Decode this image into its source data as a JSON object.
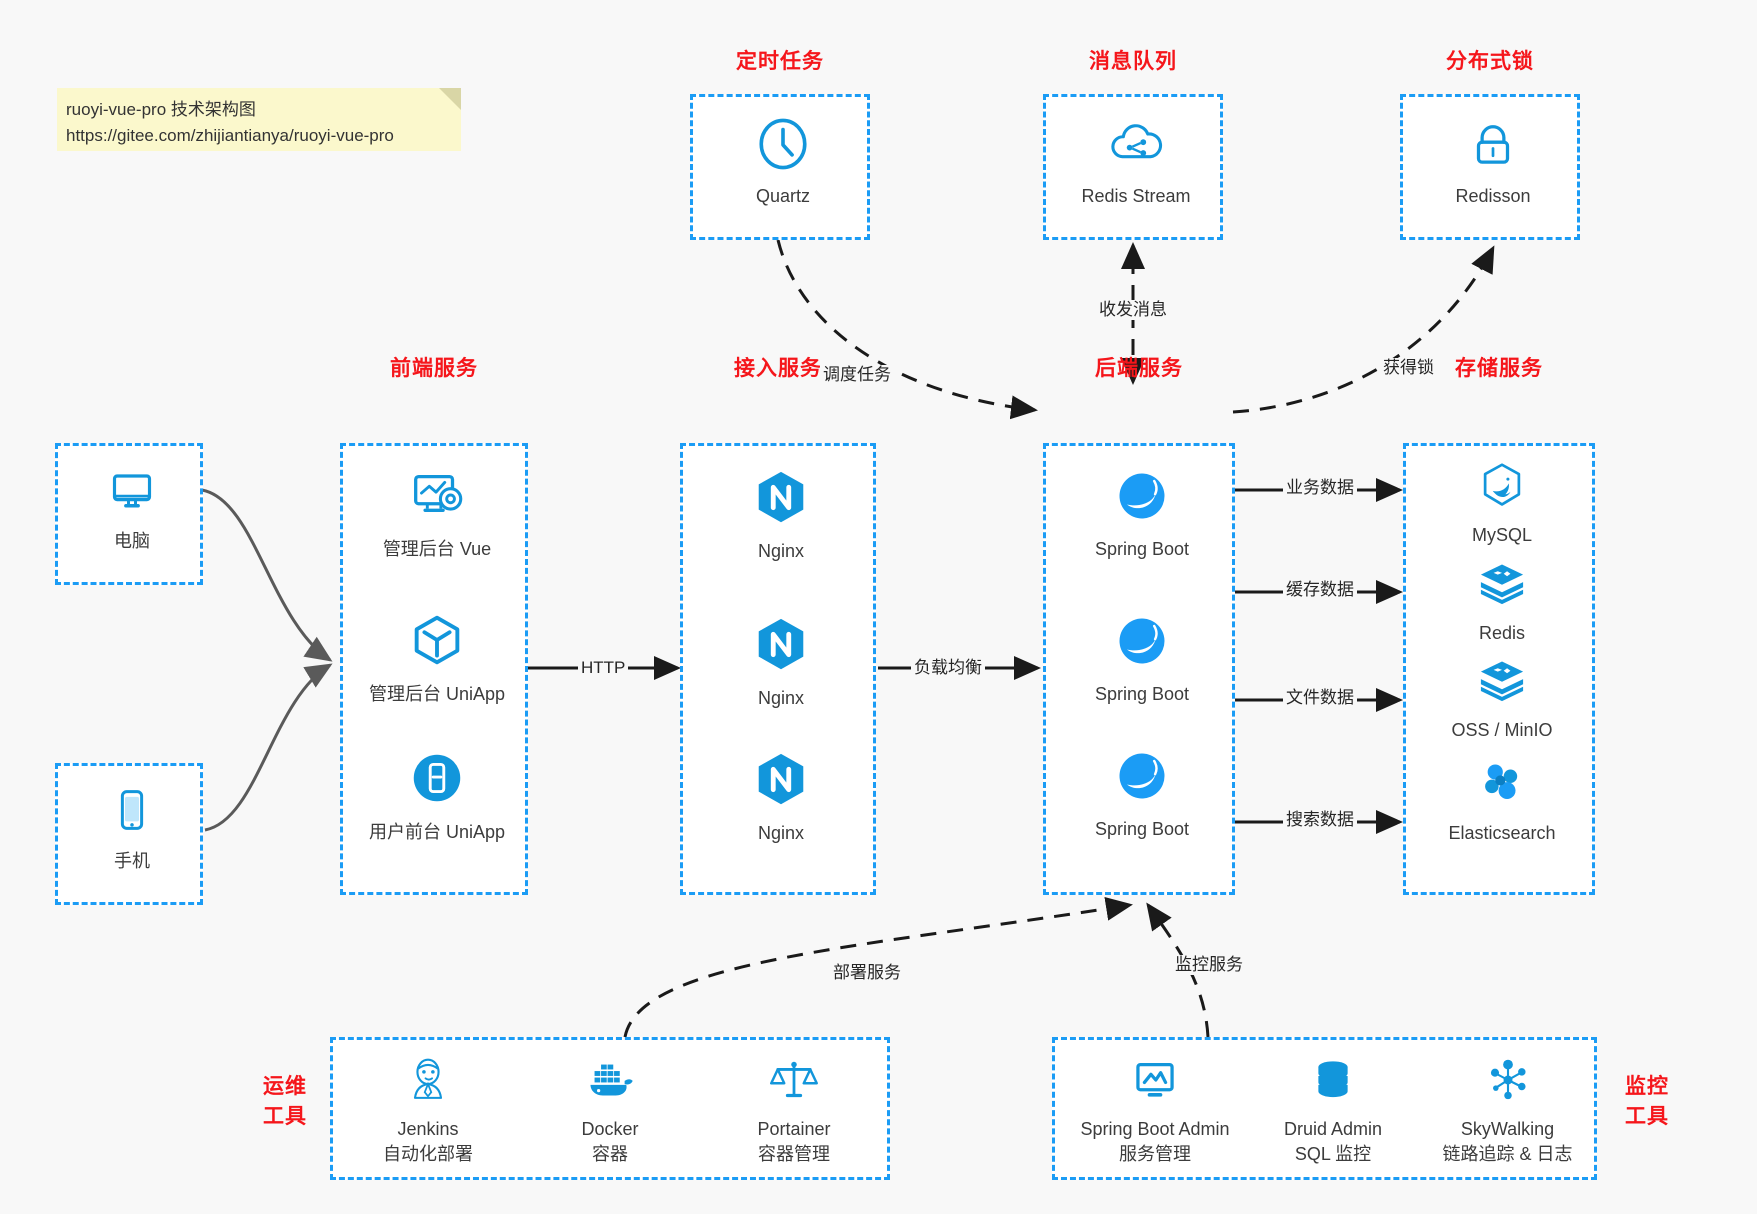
{
  "note": {
    "line1": "ruoyi-vue-pro 技术架构图",
    "line2": "https://gitee.com/zhijiantianya/ruoyi-vue-pro"
  },
  "colors": {
    "accent": "#1b9cf5",
    "group_title": "#f5161b",
    "icon_blue": "#1296db",
    "text": "#3c3c3c",
    "background": "#f8f8f8",
    "note_bg": "#fbf8cc"
  },
  "groups": {
    "scheduler": {
      "title": "定时任务"
    },
    "mq": {
      "title": "消息队列"
    },
    "lock": {
      "title": "分布式锁"
    },
    "frontend": {
      "title": "前端服务"
    },
    "gateway": {
      "title": "接入服务"
    },
    "backend": {
      "title": "后端服务"
    },
    "storage": {
      "title": "存储服务"
    },
    "devops": {
      "title": "运维\n工具",
      "line1": "运维",
      "line2": "工具"
    },
    "monitor": {
      "title": "监控\n工具",
      "line1": "监控",
      "line2": "工具"
    }
  },
  "clients": [
    {
      "id": "pc",
      "label": "电脑",
      "icon": "desktop-monitor-icon"
    },
    {
      "id": "mobile",
      "label": "手机",
      "icon": "smartphone-icon"
    }
  ],
  "scheduler_nodes": [
    {
      "label": "Quartz",
      "icon": "clock-icon"
    }
  ],
  "mq_nodes": [
    {
      "label": "Redis Stream",
      "icon": "cloud-stream-icon"
    }
  ],
  "lock_nodes": [
    {
      "label": "Redisson",
      "icon": "padlock-icon"
    }
  ],
  "frontend_nodes": [
    {
      "label": "管理后台 Vue",
      "icon": "dashboard-settings-icon"
    },
    {
      "label": "管理后台 UniApp",
      "icon": "cube-icon"
    },
    {
      "label": "用户前台 UniApp",
      "icon": "mobile-app-icon"
    }
  ],
  "gateway_nodes": [
    {
      "label": "Nginx",
      "icon": "nginx-icon"
    },
    {
      "label": "Nginx",
      "icon": "nginx-icon"
    },
    {
      "label": "Nginx",
      "icon": "nginx-icon"
    }
  ],
  "backend_nodes": [
    {
      "label": "Spring Boot",
      "icon": "spring-boot-icon"
    },
    {
      "label": "Spring Boot",
      "icon": "spring-boot-icon"
    },
    {
      "label": "Spring Boot",
      "icon": "spring-boot-icon"
    }
  ],
  "storage_nodes": [
    {
      "label": "MySQL",
      "icon": "mysql-dolphin-icon"
    },
    {
      "label": "Redis",
      "icon": "redis-stack-icon"
    },
    {
      "label": "OSS / MinIO",
      "icon": "object-storage-icon"
    },
    {
      "label": "Elasticsearch",
      "icon": "elasticsearch-icon"
    }
  ],
  "devops_nodes": [
    {
      "label": "Jenkins",
      "sub": "自动化部署",
      "icon": "jenkins-butler-icon"
    },
    {
      "label": "Docker",
      "sub": "容器",
      "icon": "docker-whale-icon"
    },
    {
      "label": "Portainer",
      "sub": "容器管理",
      "icon": "scales-balance-icon"
    }
  ],
  "monitor_nodes": [
    {
      "label": "Spring Boot Admin",
      "sub": "服务管理",
      "icon": "monitor-chart-icon"
    },
    {
      "label": "Druid Admin",
      "sub": "SQL 监控",
      "icon": "database-stack-icon"
    },
    {
      "label": "SkyWalking",
      "sub": "链路追踪 & 日志",
      "icon": "network-nodes-icon"
    }
  ],
  "edge_labels": {
    "http": "HTTP",
    "load_balance": "负载均衡",
    "schedule_task": "调度任务",
    "send_receive_message": "收发消息",
    "acquire_lock": "获得锁",
    "business_data": "业务数据",
    "cache_data": "缓存数据",
    "file_data": "文件数据",
    "search_data": "搜索数据",
    "deploy_service": "部署服务",
    "monitor_service": "监控服务"
  }
}
